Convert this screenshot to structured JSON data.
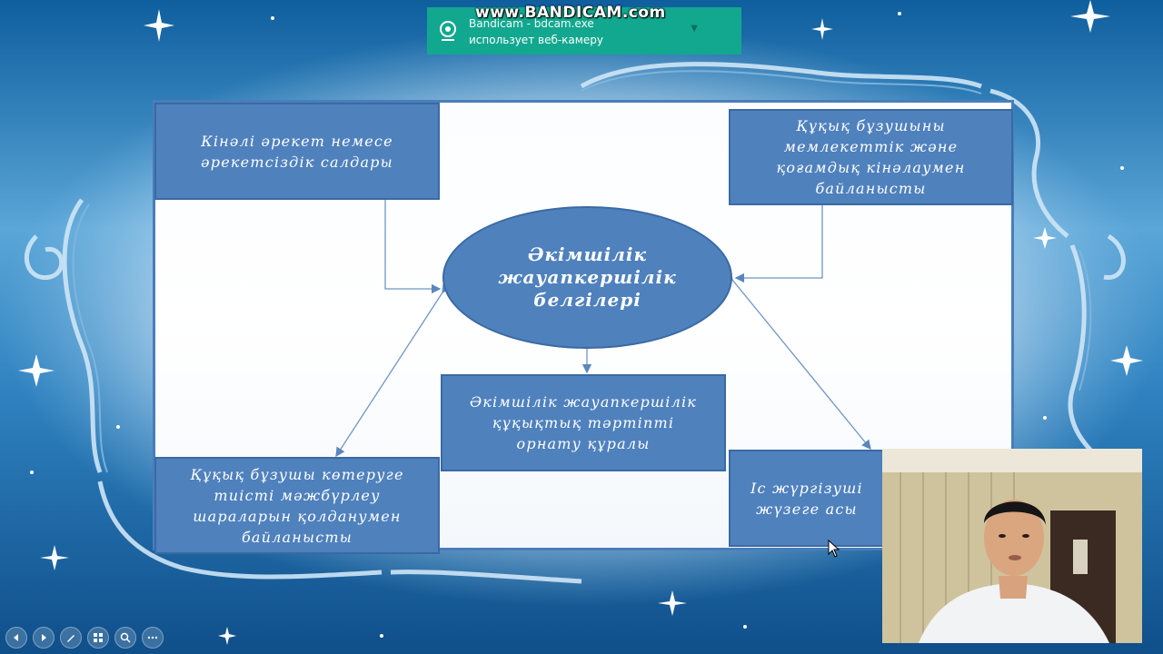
{
  "recording": {
    "watermark": "www.BANDICAM.com",
    "notification_title": "Bandicam - bdcam.exe",
    "notification_text": "использует веб-камеру"
  },
  "diagram": {
    "center": "Әкімшілік\nжауапкершілік\nбелгілері",
    "top_left": "Кінәлі әрекет немесе\nәрекетсіздік салдары",
    "top_right": "Құқық бұзушыны\nмемлекеттік және\nқоғамдық кінәлаумен\nбайланысты",
    "middle": "Әкімшілік жауапкершілік\nқұқықтық тәртіпті\nорнату құралы",
    "bottom_left": "Құқық бұзушы көтеруге\nтиісті мәжбүрлеу\nшараларын қолданумен\nбайланысты",
    "bottom_right": "Іс жүргізуші\nжүзеге асы"
  },
  "icons": {
    "webcam_notification": "webcam-icon",
    "toolbar": [
      "prev-icon",
      "next-icon",
      "pen-icon",
      "slides-icon",
      "zoom-icon",
      "more-icon"
    ]
  },
  "colors": {
    "box_fill": "#4f81bd",
    "notification": "#12a88f",
    "background": "#1f6fae"
  }
}
